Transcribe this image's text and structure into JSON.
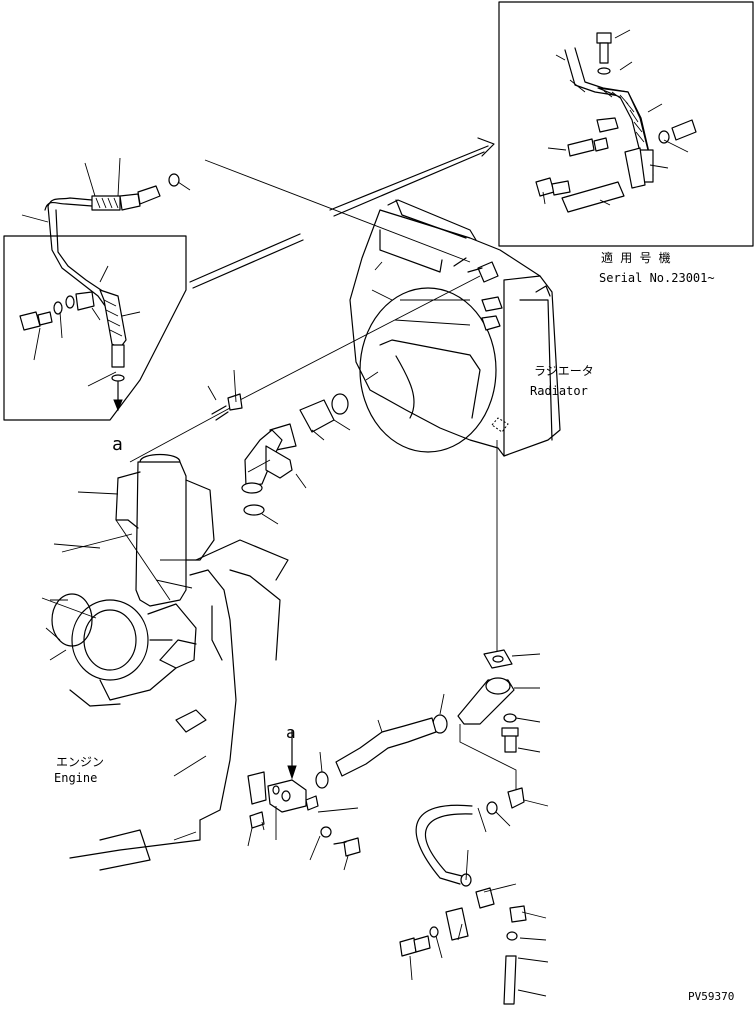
{
  "labels": {
    "serial_jp": "適 用 号 機",
    "serial_en": "Serial No.23001~",
    "radiator_jp": "ラジエータ",
    "radiator_en": "Radiator",
    "engine_jp": "エンジン",
    "engine_en": "Engine",
    "view_mark_top": "a",
    "view_mark_bottom": "a",
    "drawing_code": "PV59370"
  }
}
